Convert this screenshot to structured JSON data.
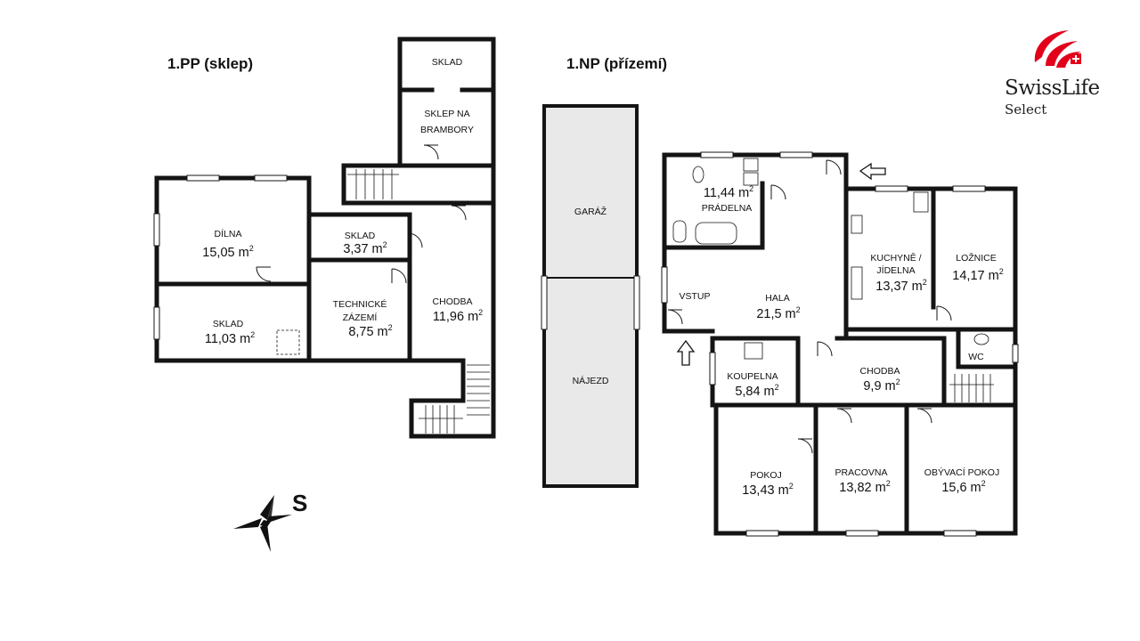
{
  "floors": {
    "basement_title": "1.PP (sklep)",
    "ground_title": "1.NP (přízemí)"
  },
  "rooms_basement": {
    "sklad_top": "SKLAD",
    "sklep_line1": "SKLEP NA",
    "sklep_line2": "BRAMBORY",
    "dilna_name": "DÍLNA",
    "dilna_area": "15,05 m",
    "sklad_small_name": "SKLAD",
    "sklad_small_area": "3,37 m",
    "sklad_big_name": "SKLAD",
    "sklad_big_area": "11,03 m",
    "tech_line1": "TECHNICKÉ",
    "tech_line2": "ZÁZEMÍ",
    "tech_area": "8,75 m",
    "chodba_name": "CHODBA",
    "chodba_area": "11,96 m"
  },
  "garage": {
    "garaz": "GARÁŽ",
    "najezd": "NÁJEZD"
  },
  "rooms_ground": {
    "pradelna_area": "11,44 m",
    "pradelna_name": "PRÁDELNA",
    "vstup": "VSTUP",
    "hala_name": "HALA",
    "hala_area": "21,5 m",
    "kuchyne_line1": "KUCHYNĚ /",
    "kuchyne_line2": "JÍDELNA",
    "kuchyne_area": "13,37 m",
    "loznice_name": "LOŽNICE",
    "loznice_area": "14,17 m",
    "wc": "WC",
    "koupelna_name": "KOUPELNA",
    "koupelna_area": "5,84 m",
    "chodba_name": "CHODBA",
    "chodba_area": "9,9 m",
    "pokoj_name": "POKOJ",
    "pokoj_area": "13,43 m",
    "pracovna_name": "PRACOVNA",
    "pracovna_area": "13,82 m",
    "obyvaci_name": "OBÝVACÍ POKOJ",
    "obyvaci_area": "15,6 m"
  },
  "area_unit_sup": "2",
  "compass": {
    "letter": "S"
  },
  "logo": {
    "brand": "SwissLife",
    "sub": "Select",
    "color": "#e2001a"
  },
  "colors": {
    "wall": "#141414",
    "garage_fill": "#e9e9e9",
    "window": "#ffffff"
  }
}
